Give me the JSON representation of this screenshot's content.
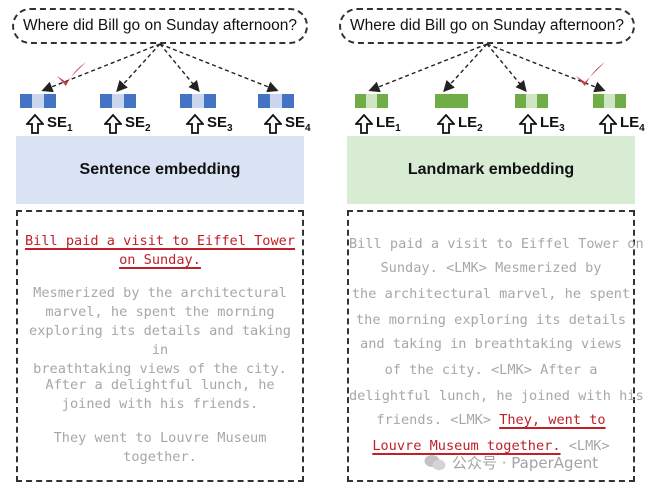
{
  "query": "Where did Bill go on Sunday afternoon?",
  "colors": {
    "blue": "#4472c4",
    "blue_light": "#c9d6ee",
    "green": "#70ad47",
    "green_light": "#cfe5c3",
    "check_red": "#c0404a",
    "highlight_red": "#c0202a"
  },
  "left": {
    "embedding_title": "Sentence embedding",
    "labels": [
      {
        "base": "SE",
        "sub": "1"
      },
      {
        "base": "SE",
        "sub": "2"
      },
      {
        "base": "SE",
        "sub": "3"
      },
      {
        "base": "SE",
        "sub": "4"
      }
    ],
    "checked_index": 0,
    "paragraphs": [
      {
        "lines": [
          "Bill paid a visit to Eiffel Tower",
          "on Sunday."
        ],
        "highlight": true
      },
      {
        "lines": [
          "Mesmerized by the architectural",
          "marvel, he spent the morning",
          "exploring its details and taking in",
          "breathtaking views of the city."
        ],
        "highlight": false
      },
      {
        "lines": [
          "After a delightful lunch, he",
          "joined with his friends."
        ],
        "highlight": false
      },
      {
        "lines": [
          "They went to Louvre Museum",
          "together."
        ],
        "highlight": false
      }
    ]
  },
  "right": {
    "embedding_title": "Landmark embedding",
    "labels": [
      {
        "base": "LE",
        "sub": "1"
      },
      {
        "base": "LE",
        "sub": "2"
      },
      {
        "base": "LE",
        "sub": "3"
      },
      {
        "base": "LE",
        "sub": "4"
      }
    ],
    "checked_index": 3,
    "lmk_token": "<LMK>",
    "lines": [
      "Bill paid a visit to Eiffel Tower on",
      "Sunday.",
      "Mesmerized by",
      "the architectural marvel, he spent",
      "the morning exploring its details",
      "and taking in breathtaking views",
      "of the city.",
      "After a",
      "delightful lunch, he joined with his",
      "friends.",
      "They, went to",
      "Louvre Museum together."
    ]
  },
  "watermark": "公众号 · PaperAgent"
}
